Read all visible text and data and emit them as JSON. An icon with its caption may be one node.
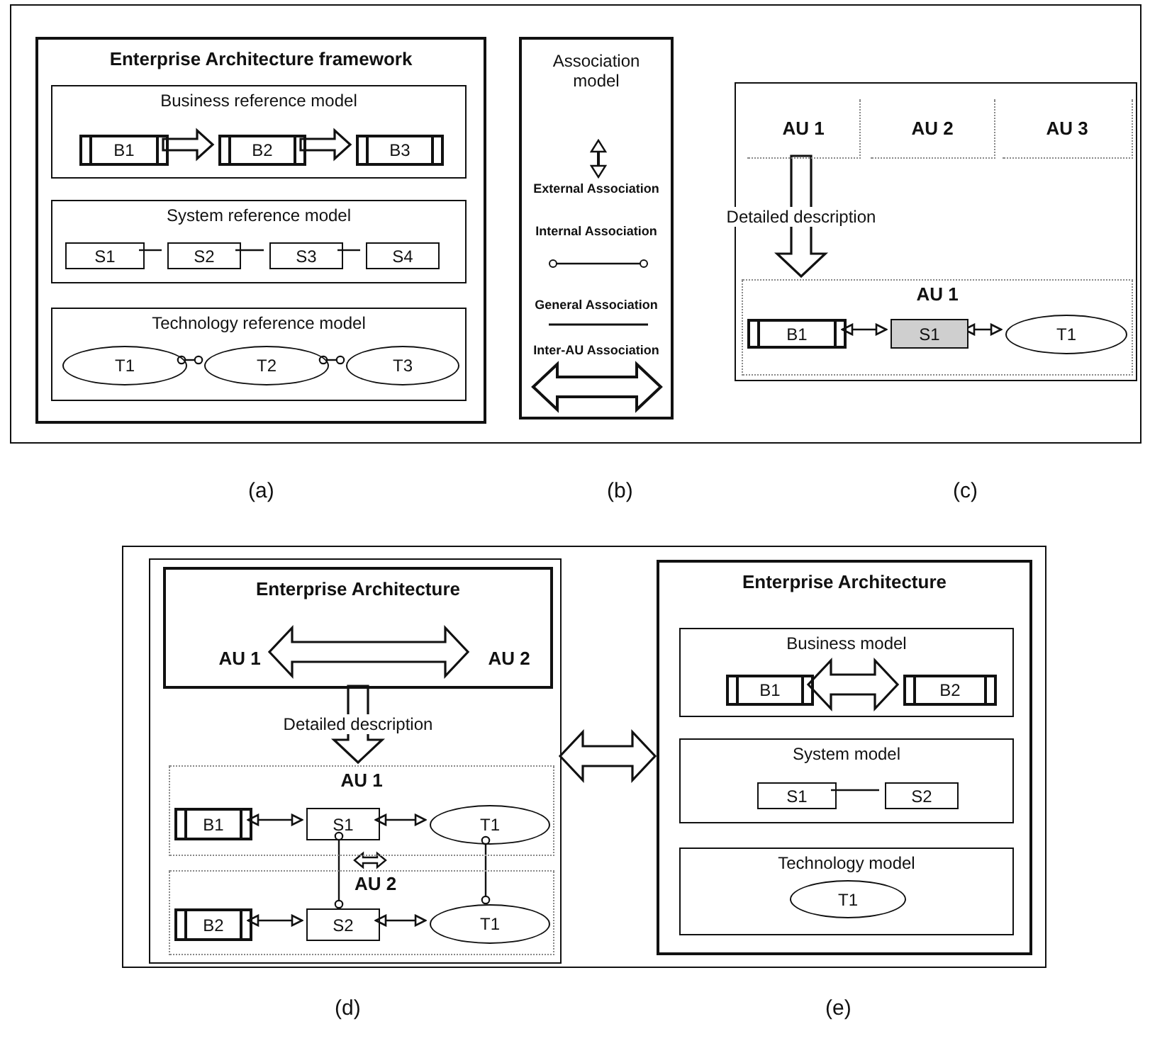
{
  "diagram": {
    "nodes": [
      {
        "text": [],
        "shape": "box"
      },
      {
        "text": [
          "Enterprise Architecture framework"
        ],
        "in": 0
      },
      {
        "text": [
          "Business reference model"
        ],
        "in": 1
      },
      {
        "text": [
          "B1"
        ],
        "in": 2
      },
      {
        "text": [
          "B2"
        ],
        "in": 2
      },
      {
        "text": [
          "B3"
        ],
        "in": 2
      },
      {
        "text": [
          "System reference model"
        ],
        "in": 1
      },
      {
        "text": [
          "S1"
        ],
        "in": 6
      },
      {
        "text": [
          "S2"
        ],
        "in": 6
      },
      {
        "text": [
          "S3"
        ],
        "in": 6
      },
      {
        "text": [
          "S4"
        ],
        "in": 6
      },
      {
        "text": [
          "Technology reference model"
        ],
        "in": 1
      },
      {
        "text": [
          "T1"
        ],
        "in": 11
      },
      {
        "text": [
          "T2"
        ],
        "in": 11
      },
      {
        "text": [
          "T3"
        ],
        "in": 11
      },
      {
        "text": [
          "Association model"
        ],
        "in": 0
      },
      {
        "text": [],
        "shape": "box",
        "in": 0
      },
      {
        "text": [
          "AU 1"
        ],
        "in": 16
      },
      {
        "text": [
          "AU 2"
        ],
        "in": 16
      },
      {
        "text": [
          "AU 3"
        ],
        "in": 16
      },
      {
        "text": [
          "AU 1"
        ],
        "in": 16
      },
      {
        "text": [
          "B1"
        ],
        "in": 20
      },
      {
        "text": [
          "S1"
        ],
        "in": 20
      },
      {
        "text": [
          "T1"
        ],
        "in": 20
      },
      {
        "text": [],
        "shape": "box"
      },
      {
        "text": [],
        "shape": "box",
        "in": 24
      },
      {
        "text": [
          "Enterprise Architecture"
        ],
        "in": 25
      },
      {
        "text": [
          "AU 1"
        ],
        "in": 26
      },
      {
        "text": [
          "AU 2"
        ],
        "in": 26
      },
      {
        "text": [
          "AU 1"
        ],
        "in": 25
      },
      {
        "text": [
          "B1"
        ],
        "in": 29
      },
      {
        "text": [
          "S1"
        ],
        "in": 29
      },
      {
        "text": [
          "T1"
        ],
        "in": 29
      },
      {
        "text": [
          "AU 2"
        ],
        "in": 25
      },
      {
        "text": [
          "B2"
        ],
        "in": 33
      },
      {
        "text": [
          "S2"
        ],
        "in": 33
      },
      {
        "text": [
          "T1"
        ],
        "in": 33
      },
      {
        "text": [
          "Enterprise Architecture"
        ],
        "in": 24
      },
      {
        "text": [
          "Business model"
        ],
        "in": 37
      },
      {
        "text": [
          "B1"
        ],
        "in": 38
      },
      {
        "text": [
          "B2"
        ],
        "in": 38
      },
      {
        "text": [
          "System model"
        ],
        "in": 37
      },
      {
        "text": [
          "S1"
        ],
        "in": 41
      },
      {
        "text": [
          "S2"
        ],
        "in": 41
      },
      {
        "text": [
          "Technology model"
        ],
        "in": 37
      },
      {
        "text": [
          "T1"
        ],
        "in": 44
      }
    ],
    "edges": [
      {
        "from": 3,
        "to": 4,
        "arrow": "to",
        "style": "thick"
      },
      {
        "from": 4,
        "to": 5,
        "arrow": "to",
        "style": "thick"
      },
      {
        "from": 7,
        "to": 8,
        "arrow": "none"
      },
      {
        "from": 8,
        "to": 9,
        "arrow": "none"
      },
      {
        "from": 9,
        "to": 10,
        "arrow": "none"
      },
      {
        "from": 12,
        "to": 13,
        "arrow": "other"
      },
      {
        "from": 13,
        "to": 14,
        "arrow": "other"
      },
      {
        "from": 17,
        "to": 20,
        "arrow": "to",
        "style": "thick",
        "label": "Detailed description"
      },
      {
        "from": 21,
        "to": 22,
        "arrow": "both"
      },
      {
        "from": 22,
        "to": 23,
        "arrow": "both"
      },
      {
        "from": 27,
        "to": 28,
        "arrow": "both",
        "style": "thick"
      },
      {
        "from": 26,
        "to": 29,
        "arrow": "to",
        "style": "thick",
        "label": "Detailed description"
      },
      {
        "from": 30,
        "to": 31,
        "arrow": "both"
      },
      {
        "from": 31,
        "to": 32,
        "arrow": "both"
      },
      {
        "from": 31,
        "to": 35,
        "arrow": "other"
      },
      {
        "from": 34,
        "to": 35,
        "arrow": "both"
      },
      {
        "from": 35,
        "to": 36,
        "arrow": "both"
      },
      {
        "from": 32,
        "to": 36,
        "arrow": "other"
      },
      {
        "from": 25,
        "to": 37,
        "arrow": "both",
        "style": "thick"
      },
      {
        "from": 39,
        "to": 40,
        "arrow": "both",
        "style": "thick"
      },
      {
        "from": 42,
        "to": 43,
        "arrow": "none"
      }
    ],
    "labels": [
      "(a)",
      "(b)",
      "(c)",
      "(d)",
      "(e)"
    ],
    "legend": [
      {
        "text": "External Association"
      },
      {
        "text": "Internal Association"
      },
      {
        "text": "General Association"
      },
      {
        "text": "Inter-AU Association"
      }
    ]
  }
}
